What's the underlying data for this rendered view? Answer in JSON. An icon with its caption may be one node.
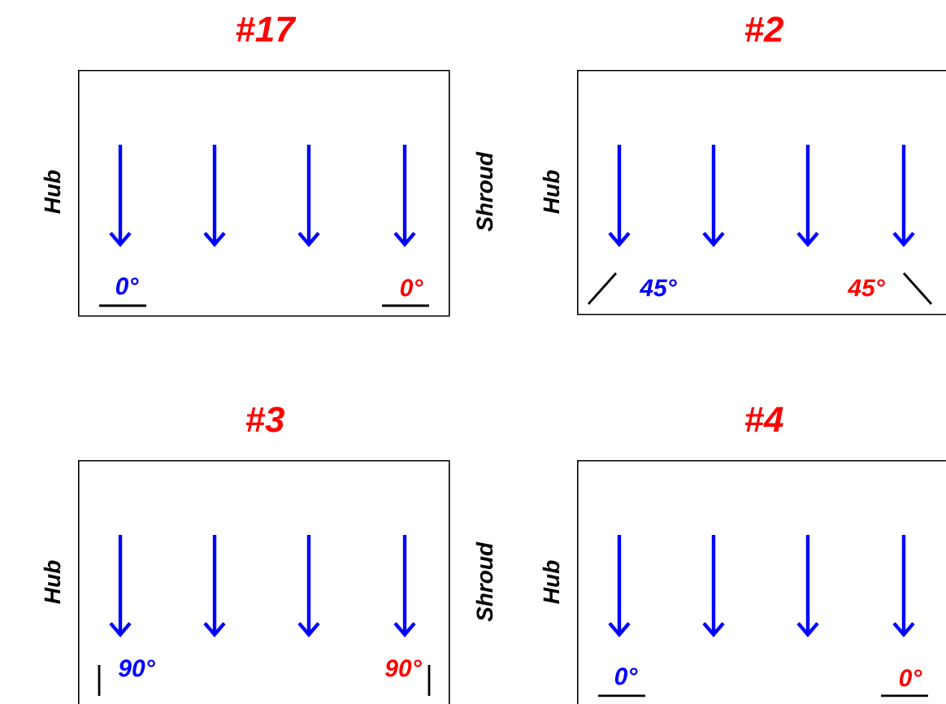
{
  "diagram": {
    "nodes": [
      {
        "text": [
          "#17",
          "0°",
          "0°"
        ],
        "beside": [
          "Hub",
          "Shroud"
        ]
      },
      {
        "text": [
          "#2",
          "45°",
          "45°"
        ],
        "beside": [
          "Hub"
        ]
      },
      {
        "text": [
          "#3",
          "90°",
          "90°"
        ],
        "beside": [
          "Hub",
          "Shroud"
        ]
      },
      {
        "text": [
          "#4",
          "0°",
          "0°"
        ],
        "beside": [
          "Hub"
        ]
      }
    ]
  }
}
